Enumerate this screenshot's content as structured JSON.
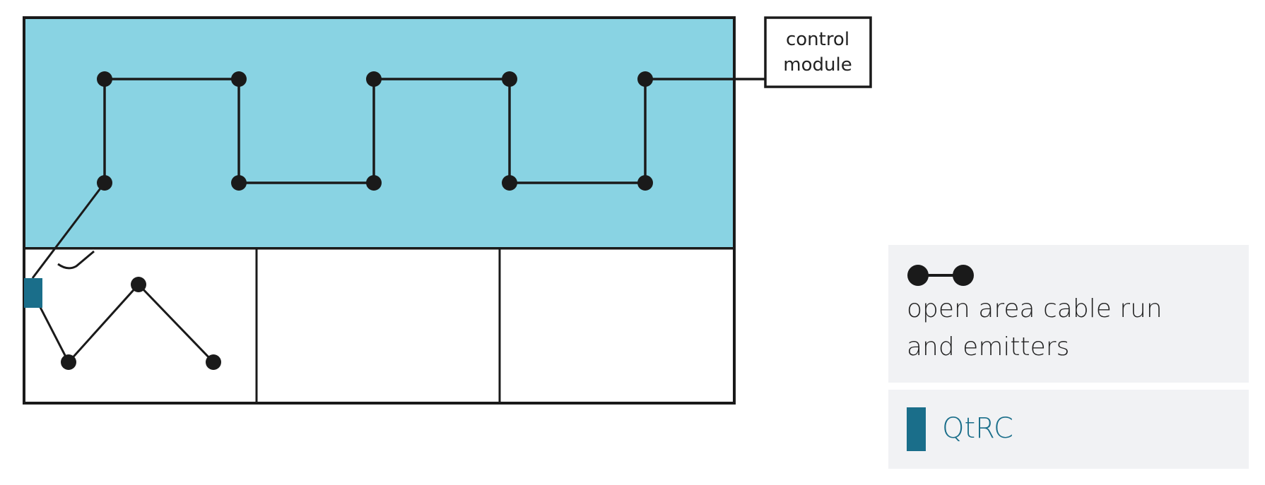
{
  "colors": {
    "open_area": "#89d3e3",
    "room_fill": "#ffffff",
    "wall": "#1a1a1a",
    "cable": "#1a1a1a",
    "emitter": "#1a1a1a",
    "qtrc": "#1a6e8a",
    "legend_bg": "#f1f2f4"
  },
  "control_module": {
    "line1": "control",
    "line2": "module"
  },
  "legend": {
    "cable_run": {
      "icon": "cable-run-emitters-icon",
      "line1": "open area cable run",
      "line2": "and emitters"
    },
    "qtrc": {
      "icon": "qtrc-swatch",
      "label": "QtRC"
    }
  }
}
